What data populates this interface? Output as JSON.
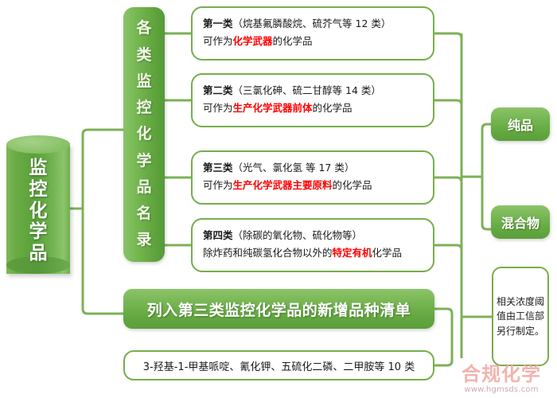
{
  "root": {
    "label_chars": [
      "监",
      "控",
      "化",
      "学",
      "品"
    ],
    "label_full": "监控化学品"
  },
  "catalog_bar": {
    "label_chars": [
      "各",
      "类",
      "监",
      "控",
      "化",
      "学",
      "品",
      "名",
      "录"
    ],
    "label_full": "各类监控化学品名录"
  },
  "categories": [
    {
      "name": "category-1",
      "heading": "第一类",
      "heading_detail": "（烷基氟膦酸烷、硫芥气等 12 类）",
      "line2_prefix": "可作为",
      "line2_highlight": "化学武器",
      "line2_suffix": "的化学品",
      "count": "12 类"
    },
    {
      "name": "category-2",
      "heading": "第二类",
      "heading_detail": "（三氯化砷、硫二甘醇等 14 类）",
      "line2_prefix": "可作为",
      "line2_highlight": "生产化学武器前体",
      "line2_suffix": "的化学品",
      "count": "14 类"
    },
    {
      "name": "category-3",
      "heading": "第三类",
      "heading_detail": "（光气、氯化氢 等 17 类）",
      "line2_prefix": "可作为",
      "line2_highlight": "生产化学武器主要原料",
      "line2_suffix": "的化学品",
      "count": "17 类"
    },
    {
      "name": "category-4",
      "heading": "第四类",
      "heading_detail": "（除碳的氧化物、硫化物等）",
      "line2_prefix": "除炸药和纯碳氢化合物以外的",
      "line2_highlight": "特定有机",
      "line2_suffix": "化学品",
      "count": ""
    }
  ],
  "banner": {
    "label": "列入第三类监控化学品的新增品种清单"
  },
  "bottom_list": {
    "label": "3-羟基-1-甲基哌啶、氰化钾、五硫化二磷、二甲胺等 10 类",
    "count": "10 类"
  },
  "forms": [
    {
      "name": "pure-substance",
      "label": "纯品"
    },
    {
      "name": "mixture",
      "label": "混合物"
    }
  ],
  "note": {
    "label": "相关浓度阈值由工信部另行制定。"
  },
  "watermark": {
    "brand": "合规化学",
    "url": "www.hgmsds.com"
  },
  "colors": {
    "green_light": "#8cc36a",
    "green_mid": "#77b853",
    "green_dark": "#5b9f3b",
    "outline": "#77ae4c",
    "highlight_red": "#ff0000",
    "text": "#1a1a1a",
    "white": "#ffffff",
    "watermark_pink": "#f0a8a0"
  }
}
